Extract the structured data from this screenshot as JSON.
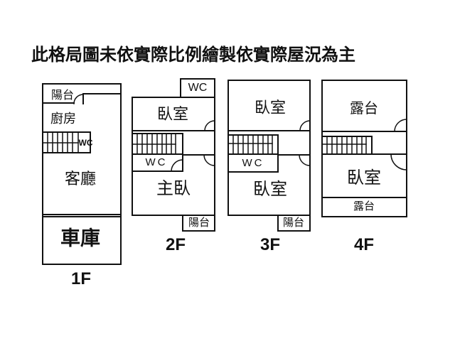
{
  "title": "此格局圖未依實際比例繪製依實際屋況為主",
  "colors": {
    "line": "#111111",
    "background": "#ffffff",
    "text": "#111111"
  },
  "floors": [
    {
      "label": "1F",
      "rooms": {
        "balcony": "陽台",
        "kitchen": "廚房",
        "wc": "WC",
        "living": "客廳",
        "garage": "車庫"
      }
    },
    {
      "label": "2F",
      "rooms": {
        "wc_top": "WC",
        "bedroom": "臥室",
        "wc_mid": "WC",
        "master": "主臥",
        "balcony": "陽台"
      }
    },
    {
      "label": "3F",
      "rooms": {
        "bedroom_top": "臥室",
        "wc_mid": "WC",
        "bedroom_bottom": "臥室",
        "balcony": "陽台"
      }
    },
    {
      "label": "4F",
      "rooms": {
        "terrace_top": "露台",
        "bedroom": "臥室",
        "terrace_bottom": "露台"
      }
    }
  ]
}
